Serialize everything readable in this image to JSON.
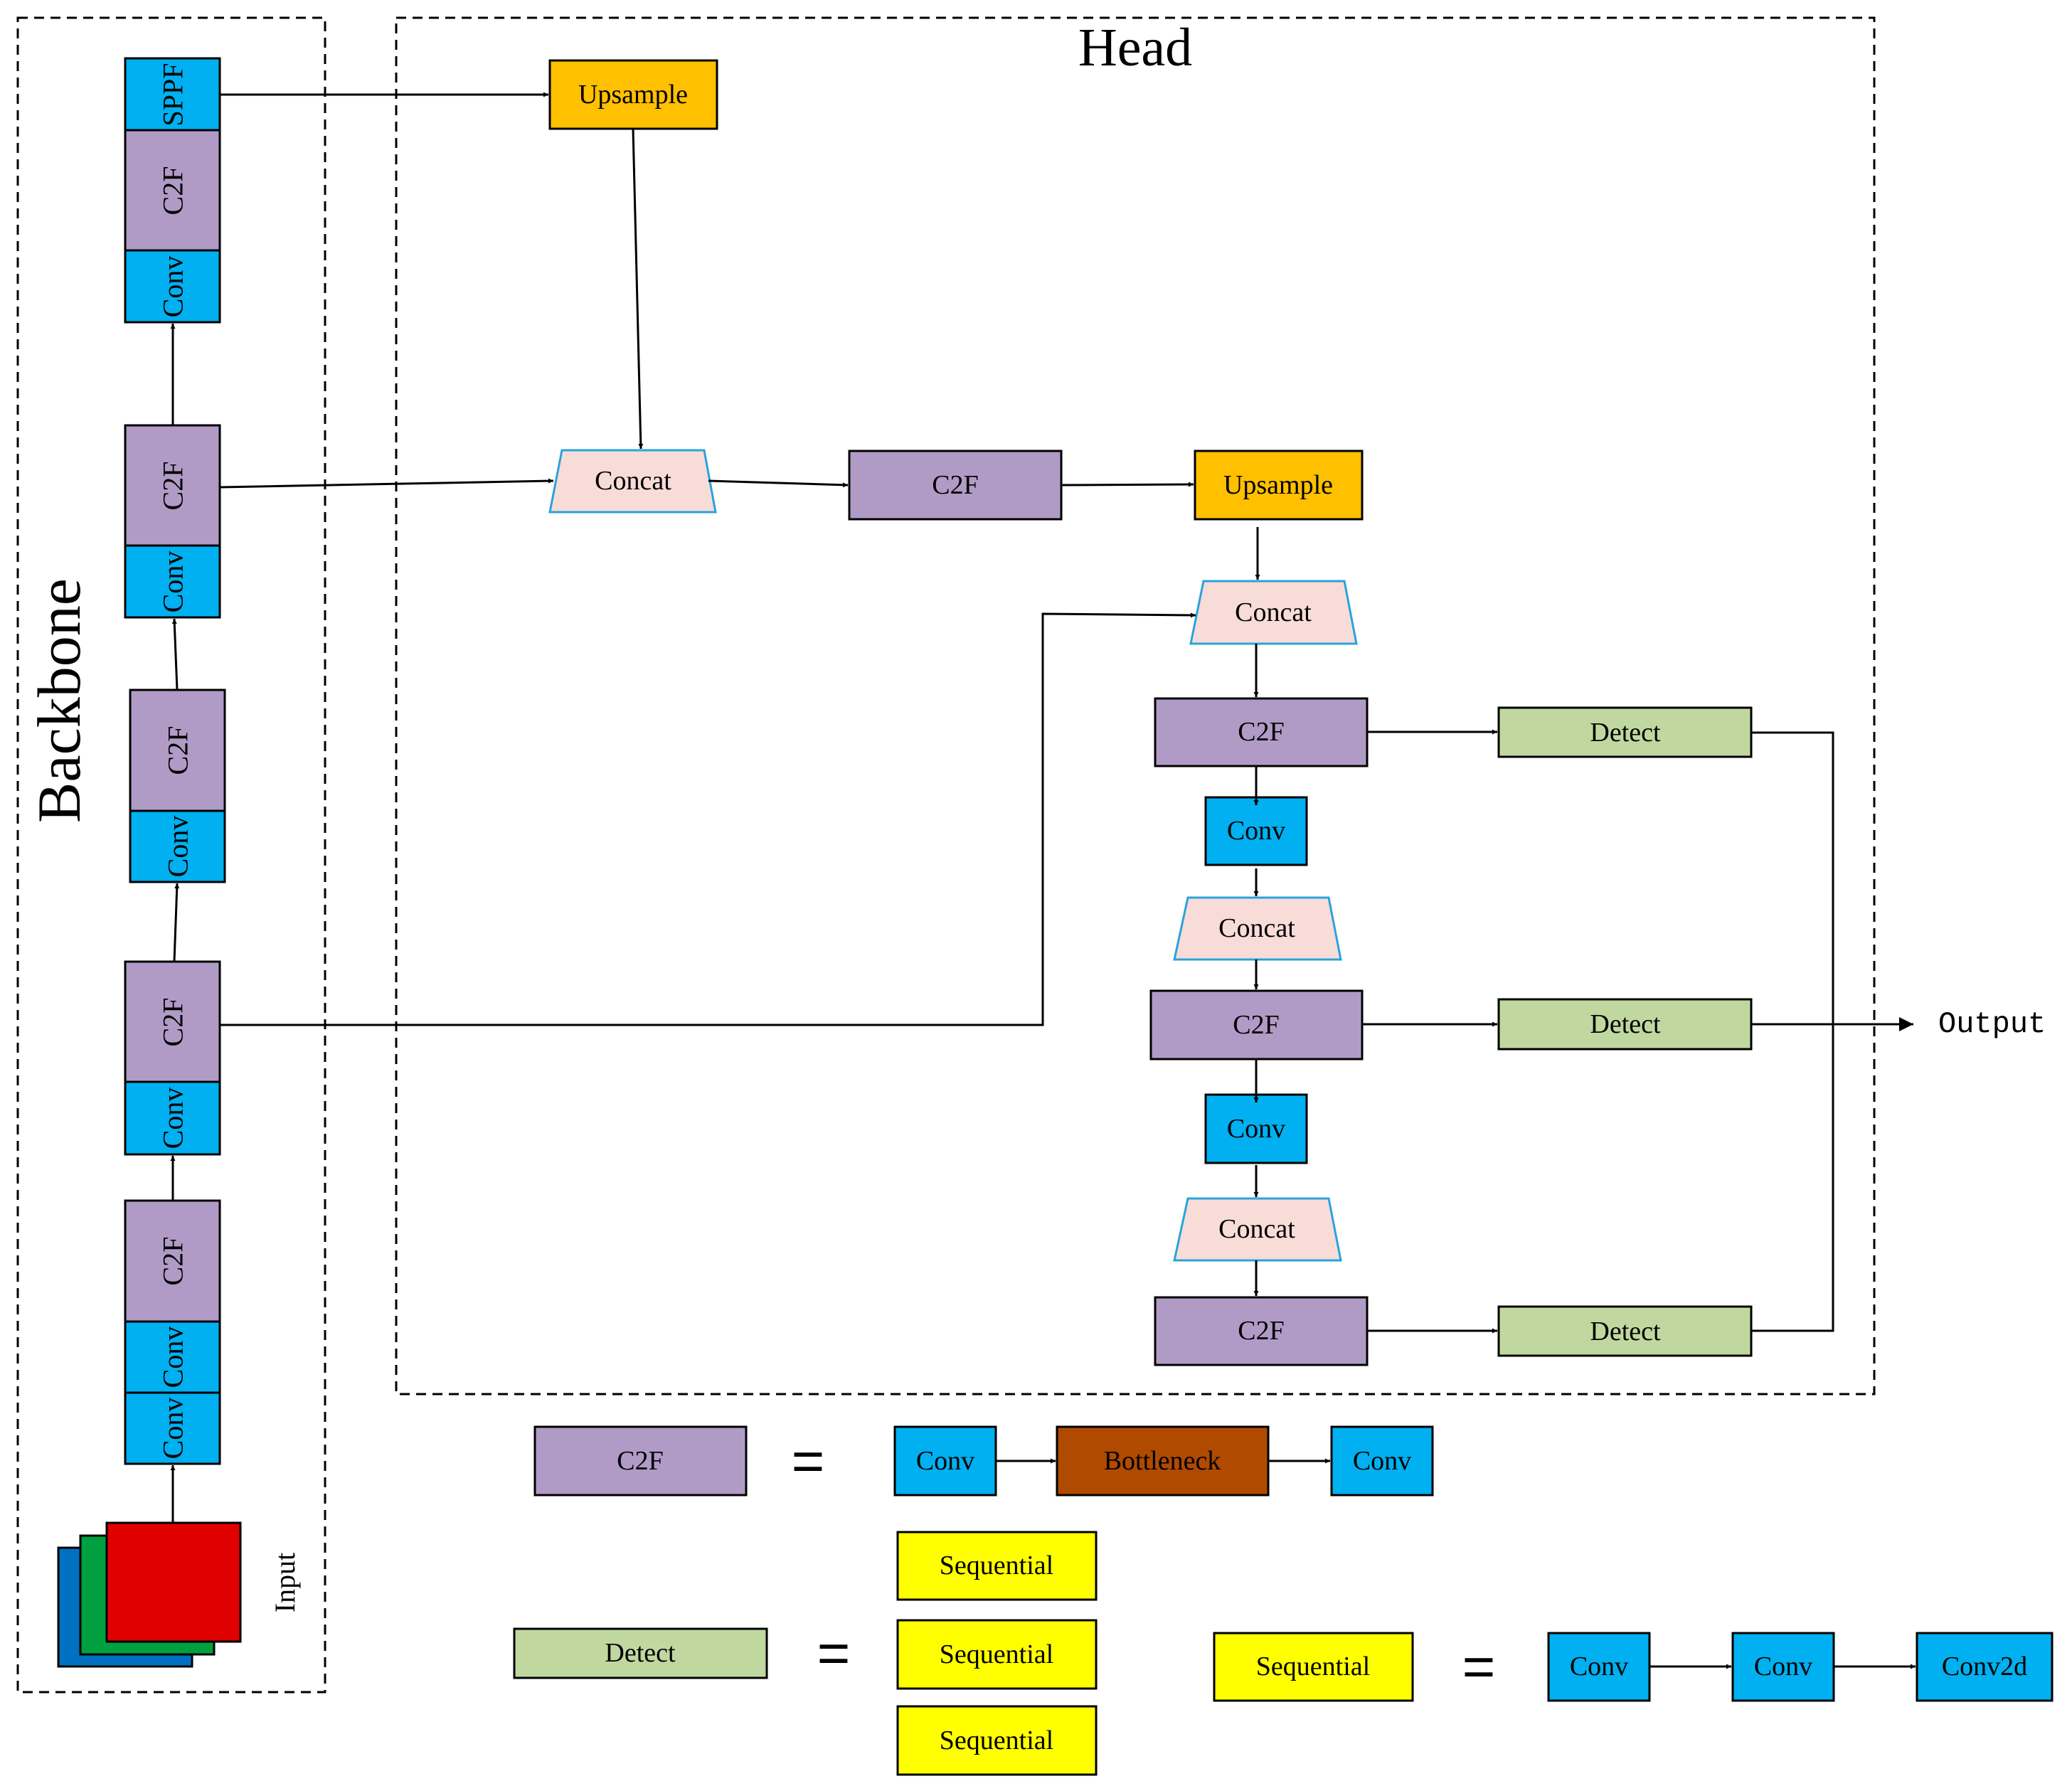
{
  "titles": {
    "backbone": "Backbone",
    "head": "Head",
    "input": "Input",
    "output": "Output"
  },
  "colors": {
    "conv": "#00b0f0",
    "c2f": "#b09bc6",
    "sppf": "#00b0f0",
    "upsample": "#ffc000",
    "concat": "#f8dcd8",
    "concat_border": "#29a3dc",
    "detect": "#c0d8a0",
    "bottleneck": "#b04a00",
    "sequential": "#ffff00",
    "input_red": "#e00000",
    "input_green": "#00a040",
    "input_blue": "#0070c0"
  },
  "backbone": {
    "stack1": [
      "Conv",
      "Conv",
      "C2F"
    ],
    "stack2": [
      "Conv",
      "C2F"
    ],
    "stack3": [
      "Conv",
      "C2F"
    ],
    "stack4": [
      "Conv",
      "C2F"
    ],
    "stack5": [
      "Conv",
      "C2F",
      "SPPF"
    ]
  },
  "head": {
    "upsample_top": "Upsample",
    "concat_1": "Concat",
    "c2f_1": "C2F",
    "upsample_2": "Upsample",
    "concat_2": "Concat",
    "c2f_2": "C2F",
    "conv_1": "Conv",
    "concat_3": "Concat",
    "c2f_3": "C2F",
    "conv_2": "Conv",
    "concat_4": "Concat",
    "c2f_4": "C2F",
    "detect_1": "Detect",
    "detect_2": "Detect",
    "detect_3": "Detect"
  },
  "legend": {
    "c2f": {
      "lhs": "C2F",
      "eq": "=",
      "rhs": [
        "Conv",
        "Bottleneck",
        "Conv"
      ]
    },
    "detect": {
      "lhs": "Detect",
      "eq": "=",
      "rhs": [
        "Sequential",
        "Sequential",
        "Sequential"
      ]
    },
    "sequential": {
      "lhs": "Sequential",
      "eq": "=",
      "rhs": [
        "Conv",
        "Conv",
        "Conv2d"
      ]
    }
  }
}
